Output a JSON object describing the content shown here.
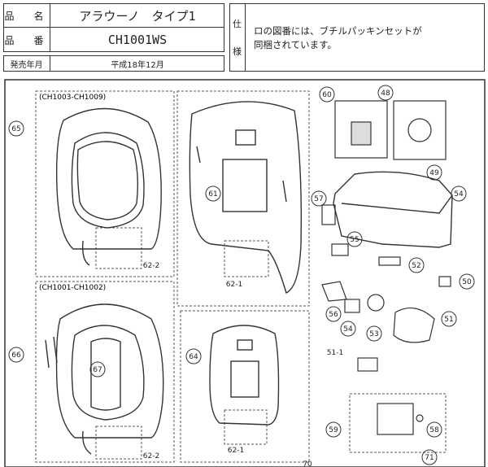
{
  "header": {
    "name_label": "品　名",
    "name_value": "アラウーノ　タイプ1",
    "number_label": "品　番",
    "number_value": "CH1001WS",
    "release_label": "発売年月",
    "release_value": "平成18年12月",
    "spec_label_1": "仕",
    "spec_label_2": "様",
    "spec_note_line1": "ロの図番には、ブチルパッキンセットが",
    "spec_note_line2": "同梱されています。"
  },
  "diagram": {
    "group_top_left": "(CH1003-CH1009)",
    "group_bottom_left": "(CH1001-CH1002)",
    "callouts": {
      "c65": "65",
      "c66": "66",
      "c67": "67",
      "c62_2a": "62-2",
      "c62_2b": "62-2",
      "c60": "60",
      "c61": "61",
      "c62_1a": "62-1",
      "c64": "64",
      "c62_1b": "62-1",
      "c48": "48",
      "c49": "49",
      "c54a": "54",
      "c57": "57",
      "c55": "55",
      "c52": "52",
      "c50": "50",
      "c56": "56",
      "c54b": "54",
      "c53": "53",
      "c51": "51",
      "c51_1": "51-1",
      "c59": "59",
      "c58": "58",
      "c71": "71",
      "c70": "70"
    }
  }
}
